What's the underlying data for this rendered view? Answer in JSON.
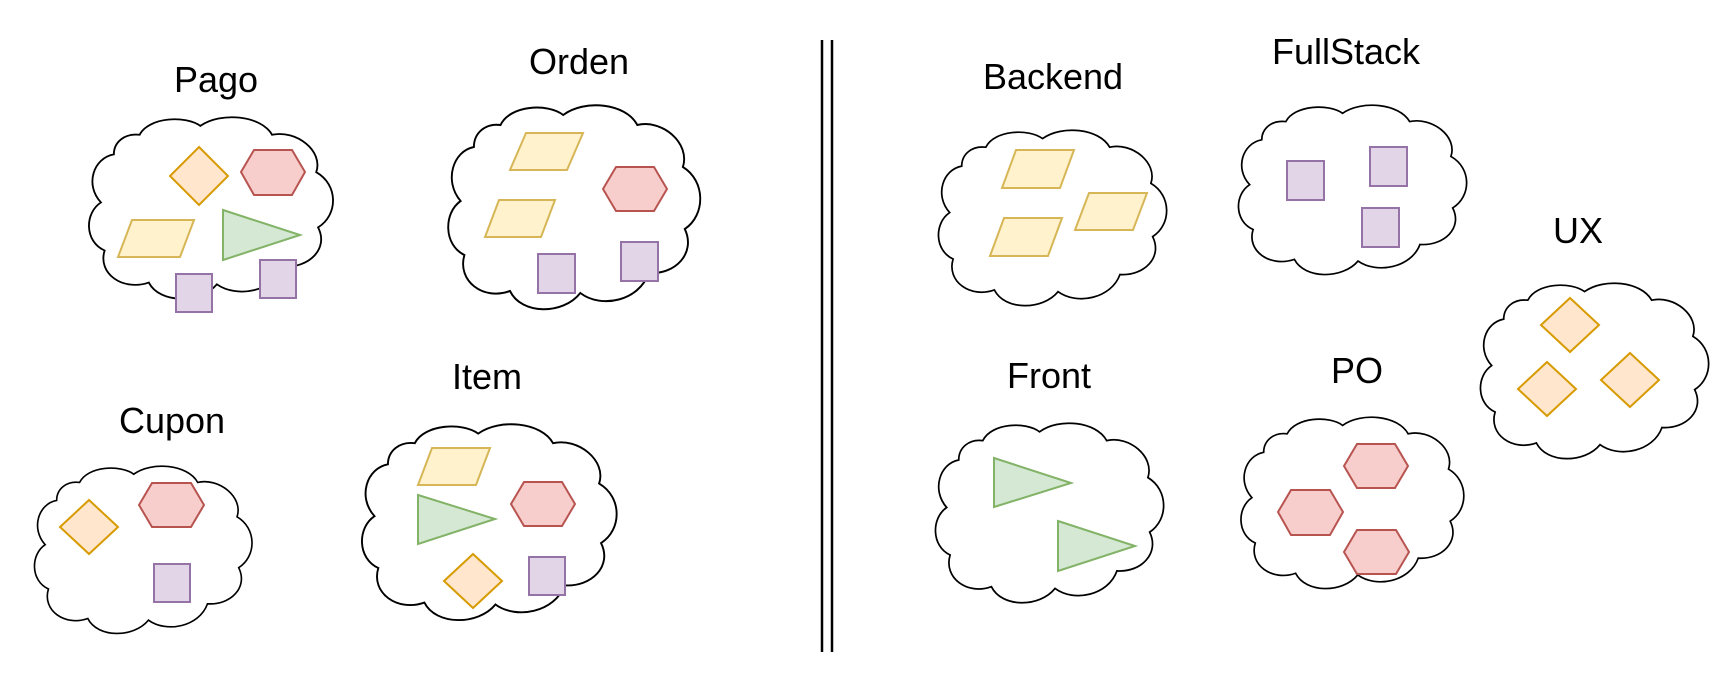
{
  "colors": {
    "yellow_fill": "#fff2cc",
    "yellow_stroke": "#d6b656",
    "orange_fill": "#ffe6cc",
    "orange_stroke": "#d79b00",
    "red_fill": "#f8cecc",
    "red_stroke": "#b85450",
    "green_fill": "#d5e8d4",
    "green_stroke": "#82b366",
    "purple_fill": "#e1d5e7",
    "purple_stroke": "#9673a6"
  },
  "left_group": {
    "pago": {
      "label": "Pago",
      "shapes": [
        "diamond",
        "hexagon",
        "parallelogram",
        "triangle",
        "square",
        "square"
      ]
    },
    "orden": {
      "label": "Orden",
      "shapes": [
        "parallelogram",
        "hexagon",
        "parallelogram",
        "square",
        "square"
      ]
    },
    "cupon": {
      "label": "Cupon",
      "shapes": [
        "diamond",
        "hexagon",
        "square"
      ]
    },
    "item": {
      "label": "Item",
      "shapes": [
        "parallelogram",
        "triangle",
        "hexagon",
        "diamond",
        "square"
      ]
    }
  },
  "right_group": {
    "backend": {
      "label": "Backend",
      "shapes": [
        "parallelogram",
        "parallelogram",
        "parallelogram"
      ]
    },
    "fullstack": {
      "label": "FullStack",
      "shapes": [
        "square",
        "square",
        "square"
      ]
    },
    "ux": {
      "label": "UX",
      "shapes": [
        "diamond",
        "diamond",
        "diamond"
      ]
    },
    "front": {
      "label": "Front",
      "shapes": [
        "triangle",
        "triangle"
      ]
    },
    "po": {
      "label": "PO",
      "shapes": [
        "hexagon",
        "hexagon",
        "hexagon"
      ]
    }
  }
}
